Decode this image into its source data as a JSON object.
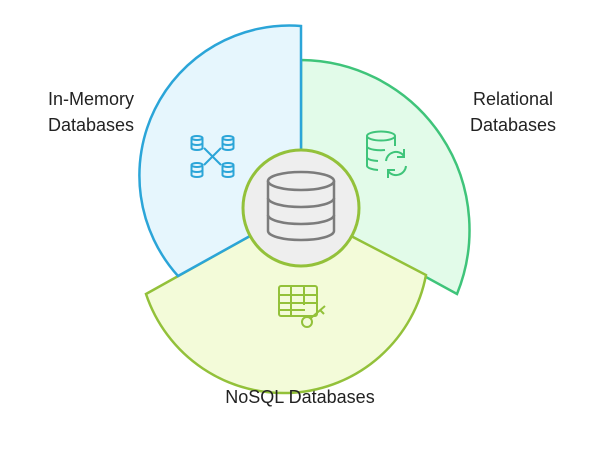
{
  "segments": [
    {
      "key": "relational",
      "lines": [
        "Relational",
        "Databases"
      ],
      "stroke": "#3fc47a",
      "fill": "#e2fbe9",
      "icon": "database-sync-icon"
    },
    {
      "key": "nosql",
      "lines": [
        "NoSQL Databases"
      ],
      "stroke": "#93c13a",
      "fill": "#f3fbd9",
      "icon": "table-key-icon"
    },
    {
      "key": "in_memory",
      "lines": [
        "In-Memory",
        "Databases"
      ],
      "stroke": "#2ba5d8",
      "fill": "#e6f6fd",
      "icon": "database-network-icon"
    }
  ],
  "center": {
    "icon": "database-icon",
    "stroke": "#7c7c7c",
    "fill": "#eeeeee"
  }
}
